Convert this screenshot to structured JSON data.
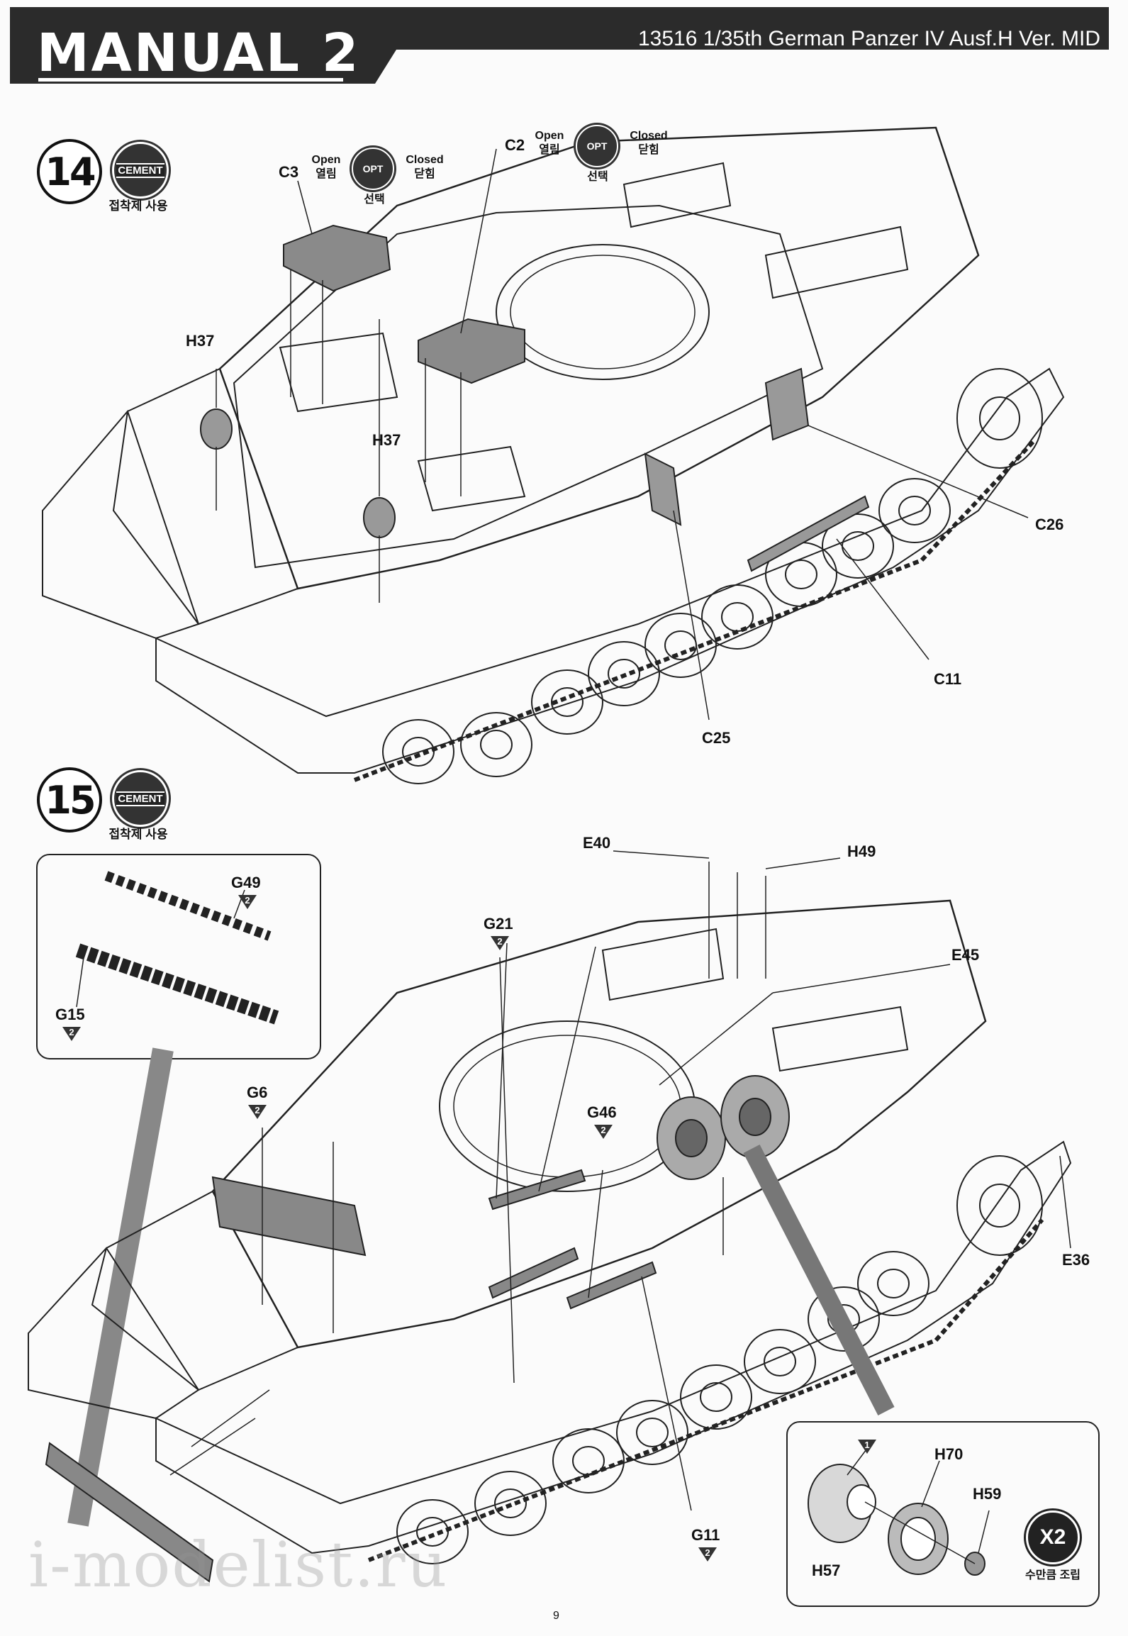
{
  "header": {
    "manual_title": "MANUAL 2",
    "kit_title": "13516 1/35th German Panzer IV Ausf.H Ver. MID"
  },
  "steps": [
    {
      "number": "14",
      "cement_label": "CEMENT",
      "cement_text": "접착제 사용",
      "options": [
        {
          "part": "C3",
          "open_label": "Open",
          "open_ko": "열림",
          "badge": "OPT",
          "badge_ko": "선택",
          "closed_label": "Closed",
          "closed_ko": "닫힘"
        },
        {
          "part": "C2",
          "open_label": "Open",
          "open_ko": "열림",
          "badge": "OPT",
          "badge_ko": "선택",
          "closed_label": "Closed",
          "closed_ko": "닫힘"
        }
      ],
      "parts": [
        "H37",
        "H37",
        "C26",
        "C11",
        "C25"
      ]
    },
    {
      "number": "15",
      "cement_label": "CEMENT",
      "cement_text": "접착제 사용",
      "inset_parts": [
        {
          "name": "G49",
          "sprue": "2"
        },
        {
          "name": "G15",
          "sprue": "2"
        }
      ],
      "parts": [
        {
          "name": "E40"
        },
        {
          "name": "H49"
        },
        {
          "name": "G21",
          "sprue": "2"
        },
        {
          "name": "E45"
        },
        {
          "name": "G6",
          "sprue": "2"
        },
        {
          "name": "G46",
          "sprue": "2"
        },
        {
          "name": "E36"
        },
        {
          "name": "G11",
          "sprue": "2"
        }
      ],
      "wheel_inset": {
        "step_marker": "1",
        "parts": [
          "H70",
          "H59",
          "H57"
        ],
        "repeat": "X2",
        "repeat_text": "수만큼 조립"
      }
    }
  ],
  "page_number": "9",
  "watermark": "i-modelist.ru",
  "colors": {
    "header_bg": "#2b2b2b",
    "badge": "#333333",
    "line": "#222222",
    "part_fill": "#888888"
  }
}
